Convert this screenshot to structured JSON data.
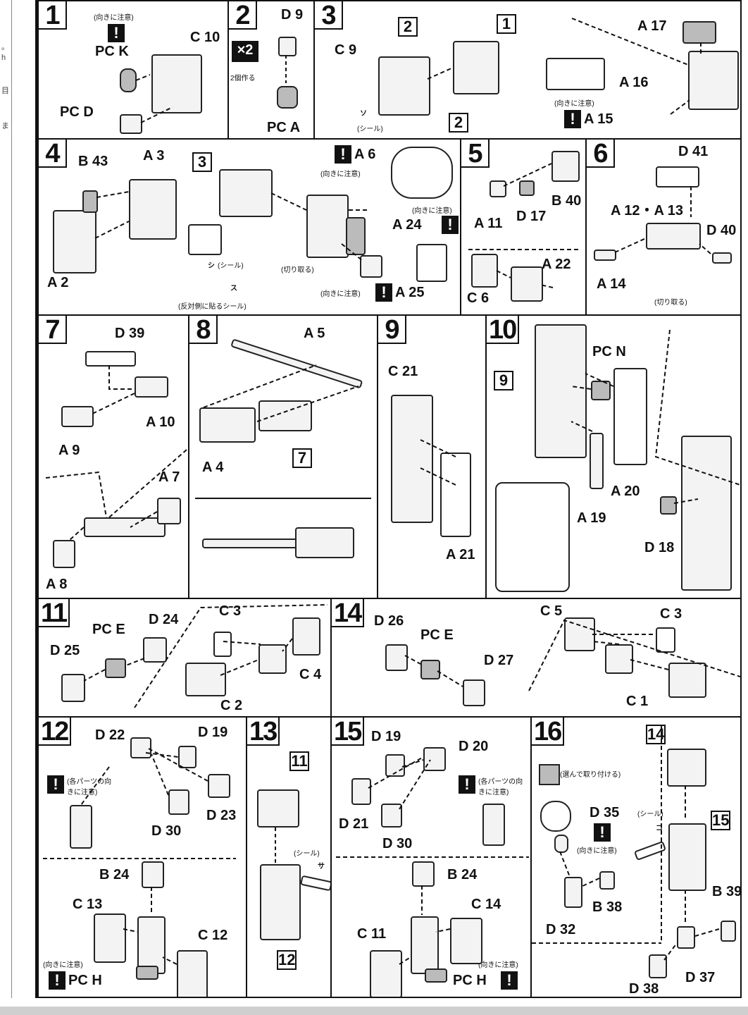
{
  "left_margin_text": [
    "。",
    "h",
    "目",
    "ま"
  ],
  "notes": {
    "orientation": "(向きに注意)",
    "each_orientation": "(各パーツの向きに注意)",
    "cut": "(切り取る)",
    "sticker": "(シール)",
    "reverse_sticker": "(反対側に貼るシール)",
    "make_two": "2個作る",
    "choose": "(選んで取り付ける)"
  },
  "steps": [
    {
      "id": "1",
      "labels": [
        "PC K",
        "C 10",
        "PC D"
      ]
    },
    {
      "id": "2",
      "multiplier": "×2",
      "labels": [
        "D 9",
        "PC A"
      ]
    },
    {
      "id": "3",
      "refs": [
        "2",
        "1",
        "2"
      ],
      "labels": [
        "C 9",
        "A 17",
        "A 16",
        "A 15"
      ],
      "sticker_symbol": "ソ"
    },
    {
      "id": "4",
      "refs": [
        "3"
      ],
      "labels": [
        "B 43",
        "A 3",
        "A 2",
        "A 6",
        "A 24",
        "A 25"
      ],
      "sticker_symbols": [
        "シ",
        "ス"
      ]
    },
    {
      "id": "5",
      "labels": [
        "B 40",
        "A 11",
        "D 17",
        "A 22",
        "C 6"
      ]
    },
    {
      "id": "6",
      "labels": [
        "D 41",
        "A 12・A 13",
        "D 40",
        "A 14"
      ]
    },
    {
      "id": "7",
      "labels": [
        "D 39",
        "A 10",
        "A 9",
        "A 7",
        "A 8"
      ]
    },
    {
      "id": "8",
      "refs": [
        "7"
      ],
      "labels": [
        "A 5",
        "A 4"
      ]
    },
    {
      "id": "9",
      "labels": [
        "C 21",
        "A 21"
      ]
    },
    {
      "id": "10",
      "refs": [
        "9"
      ],
      "labels": [
        "PC N",
        "A 20",
        "A 19",
        "D 18"
      ]
    },
    {
      "id": "11",
      "labels": [
        "PC E",
        "D 24",
        "C 3",
        "D 25",
        "C 4",
        "C 2"
      ]
    },
    {
      "id": "14",
      "labels": [
        "D 26",
        "PC E",
        "C 5",
        "C 3",
        "D 27",
        "C 1"
      ]
    },
    {
      "id": "12",
      "labels": [
        "D 22",
        "D 19",
        "D 23",
        "D 30",
        "B 24",
        "C 13",
        "C 12",
        "PC H"
      ]
    },
    {
      "id": "13",
      "refs": [
        "11",
        "12"
      ],
      "sticker_symbol": "サ"
    },
    {
      "id": "15",
      "labels": [
        "D 19",
        "D 20",
        "D 21",
        "D 30",
        "B 24",
        "C 14",
        "C 11",
        "PC H"
      ]
    },
    {
      "id": "16",
      "refs": [
        "14",
        "15"
      ],
      "labels": [
        "D 35",
        "B 38",
        "D 32",
        "B 39",
        "D 37",
        "D 38"
      ],
      "sticker_symbol": "コ"
    }
  ]
}
